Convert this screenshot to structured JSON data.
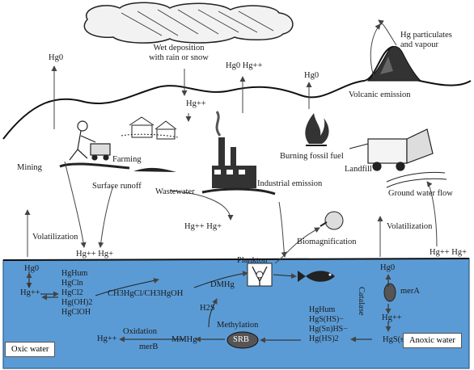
{
  "labels": {
    "hg0_left": "Hg0",
    "wet_deposition": "Wet deposition\nwith rain or snow",
    "hg0_hgpp_top": "Hg0  Hg++",
    "hgpp_mid": "Hg++",
    "hg0_volcano": "Hg0",
    "hg_particulates": "Hg particulates\nand vapour",
    "volcanic_emission": "Volcanic emission",
    "mining": "Mining",
    "farming": "Farming",
    "burning_fossil_fuel": "Burning fossil fuel",
    "landfill": "Landfill",
    "surface_runoff": "Surface runoff",
    "wastewater": "Wastewater",
    "industrial_emission": "Industrial emission",
    "ground_water_flow": "Ground water flow",
    "volatilization_left": "Volatilization",
    "volatilization_right": "Volatilization",
    "hgpp_hgp_left": "Hg++  Hg+",
    "hgpp_hgp_center": "Hg++    Hg+",
    "hgpp_hgp_right": "Hg++  Hg+",
    "biomagnification": "Biomagnification",
    "plankton": "Plankton",
    "oxic_water": "Oxic water",
    "anoxic_water": "Anoxic water",
    "methylation": "Methylation",
    "srb": "SRB",
    "oxidation": "Oxidation",
    "merb": "merB",
    "mera": "merA",
    "catalase": "Catalase",
    "mmhg": "MMHg",
    "dmhg": "DMHg",
    "h2s": "H2S",
    "methyl_species": "CH3HgCl/CH3HgOH",
    "hgpp_bottom": "Hg++",
    "left_hg0": "Hg0",
    "left_hgpp": "Hg++",
    "right_hg0": "Hg0",
    "right_hgpp": "Hg++",
    "hgs": "HgS(s)"
  },
  "left_species": [
    "HgHum",
    "HgCln",
    "HgCl2",
    "Hg(OH)2",
    "HgClOH"
  ],
  "right_species": [
    "HgHum",
    "HgS(HS)−",
    "Hg(Sn)HS−",
    "Hg(HS)2"
  ],
  "colors": {
    "water": "#5b9bd5",
    "water_edge": "#2e5f8f",
    "mountain_line": "#111111",
    "cloud": "#f0f0f0",
    "arrow": "#444444",
    "srb_fill": "#555555"
  },
  "icons": [
    "cloud-icon",
    "volcano-icon",
    "factory-icon",
    "fire-icon",
    "truck-icon",
    "miner-icon",
    "farm-icon",
    "fish-icon",
    "plankton-icon",
    "bird-icon",
    "microbe-icon"
  ]
}
